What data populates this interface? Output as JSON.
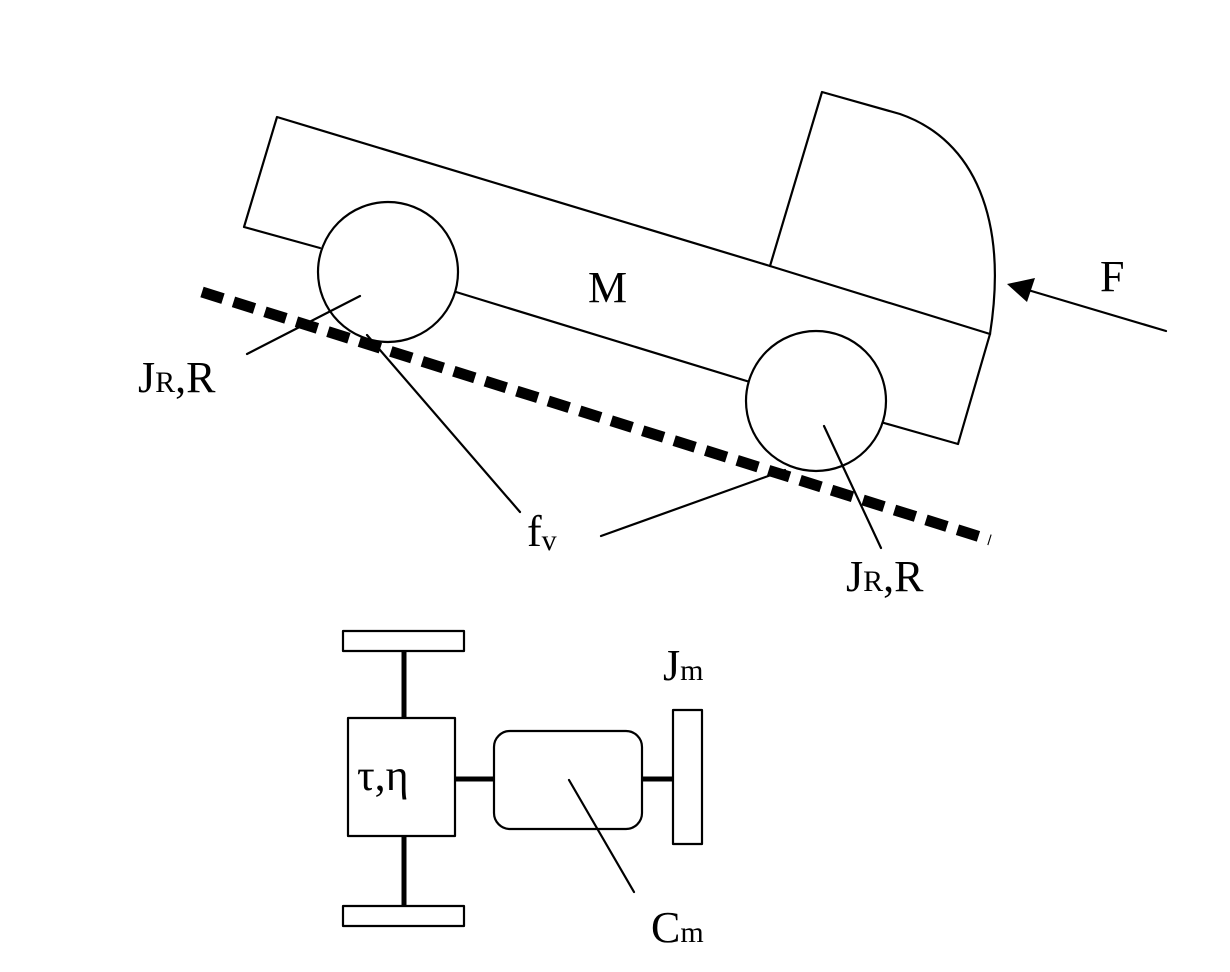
{
  "labels": {
    "mass": "M",
    "force": "F",
    "rear_wheel": {
      "main": "J",
      "sub": "R",
      "rest": ",R"
    },
    "front_wheel": {
      "main": "J",
      "sub": "R",
      "rest": ",R"
    },
    "friction": {
      "main": "f",
      "sub": "v"
    },
    "transmission": "τ,η",
    "motor_inertia": {
      "main": "J",
      "sub": "m"
    },
    "motor_torque": {
      "main": "C",
      "sub": "m"
    }
  },
  "colors": {
    "stroke": "#000000",
    "background": "#ffffff"
  }
}
